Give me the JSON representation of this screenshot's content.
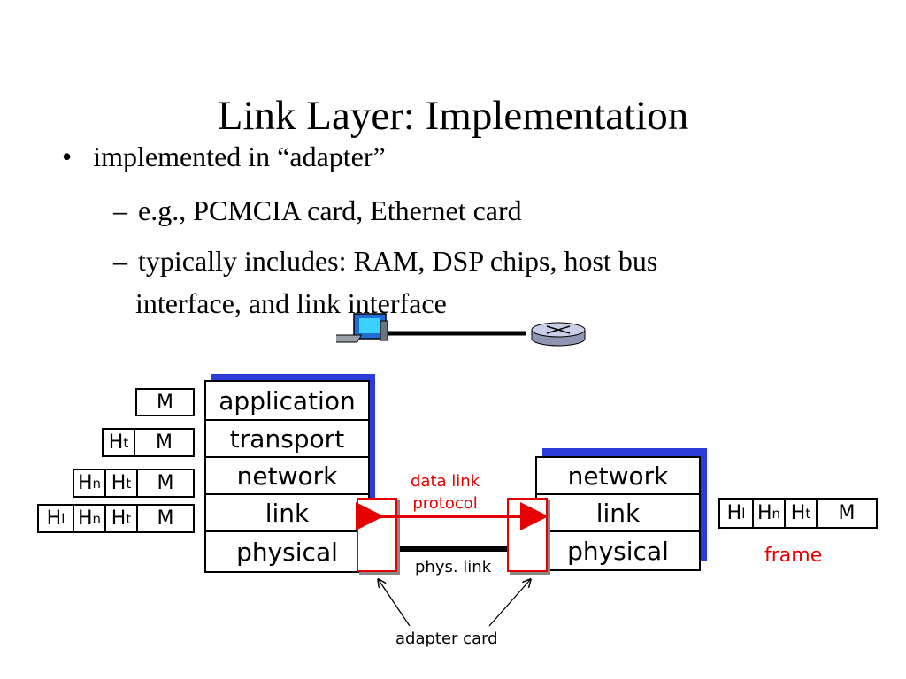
{
  "title": "Link Layer: Implementation",
  "bullets": {
    "main": "implemented in “adapter”",
    "sub1": "e.g., PCMCIA card, Ethernet card",
    "sub2_line1": "typically includes: RAM, DSP chips, host bus",
    "sub2_line2": "interface, and link interface"
  },
  "host_stack": {
    "layers": [
      "application",
      "transport",
      "network",
      "link",
      "physical"
    ]
  },
  "router_stack": {
    "layers": [
      "network",
      "link",
      "physical"
    ]
  },
  "encapsulation": {
    "message": "M",
    "transport_header": "H",
    "transport_sub": "t",
    "network_header": "H",
    "network_sub": "n",
    "link_header": "H",
    "link_sub": "l"
  },
  "labels": {
    "data_link_protocol_1": "data link",
    "data_link_protocol_2": "protocol",
    "phys_link": "phys. link",
    "adapter_card": "adapter card",
    "frame": "frame"
  },
  "colors": {
    "stack_shadow": "#2a3bd6",
    "protocol_arrow": "#e60000",
    "accent_text": "#e60000"
  }
}
